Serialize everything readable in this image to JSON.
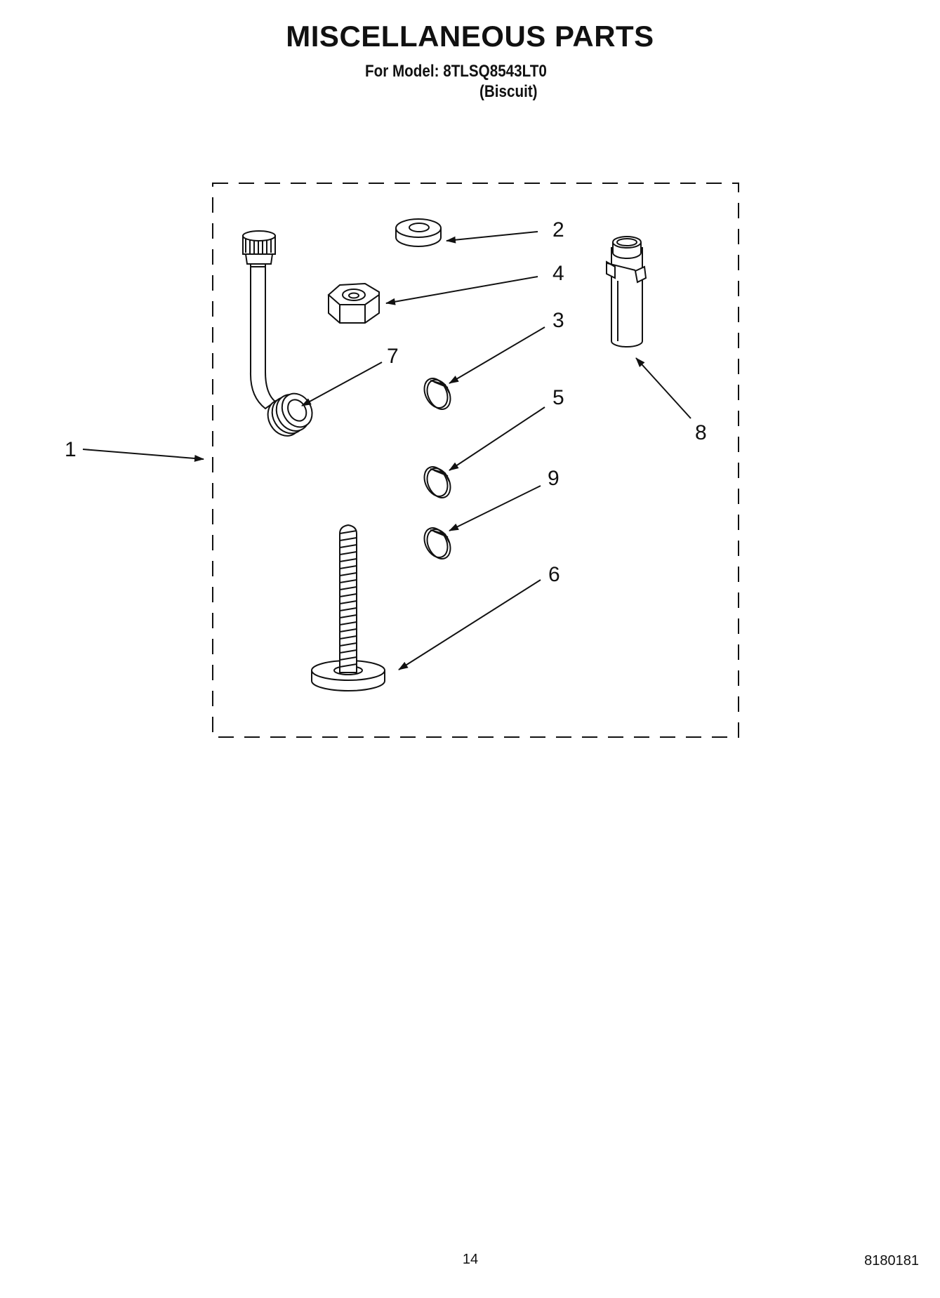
{
  "header": {
    "title": "MISCELLANEOUS PARTS",
    "model_line": "For Model: 8TLSQ8543LT0",
    "color_line": "(Biscuit)"
  },
  "diagram": {
    "callouts": [
      "1",
      "2",
      "3",
      "4",
      "5",
      "6",
      "7",
      "8",
      "9"
    ],
    "parts_icons": [
      "drain-hose-icon",
      "washer-ring-icon",
      "hex-nut-icon",
      "hose-clamp-icon",
      "leveling-leg-icon",
      "standpipe-adapter-icon"
    ]
  },
  "footer": {
    "page_number": "14",
    "document_number": "8180181"
  },
  "colors": {
    "ink": "#111111",
    "paper": "#ffffff"
  }
}
